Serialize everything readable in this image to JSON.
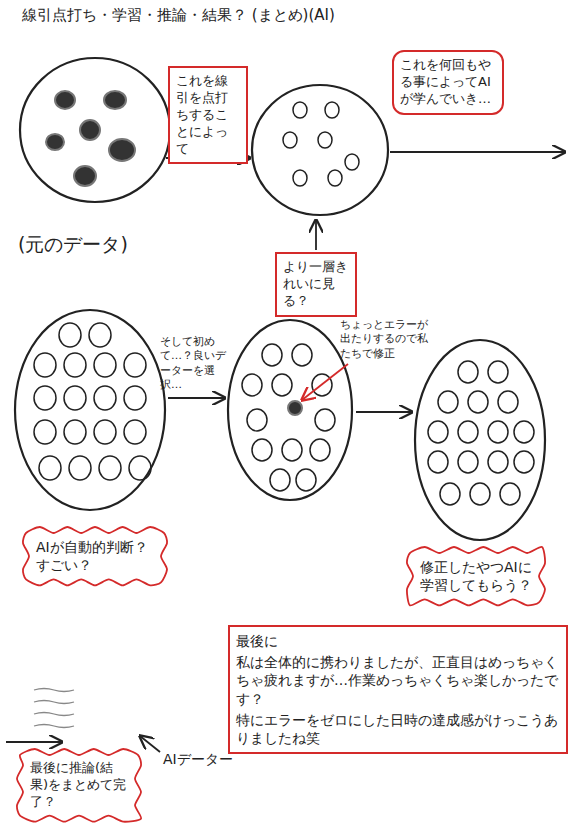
{
  "diagram": {
    "title": "線引点打ち・学習・推論・結果？ (まとめ)(AI)",
    "nodes": [
      {
        "text": [
          "これを線引を点打ちすることによって"
        ]
      },
      {
        "text": [
          "より一層きれいに見る？"
        ]
      },
      {
        "text": [
          "これを何回もやる事によってAIが学んでいき…"
        ]
      },
      {
        "text": [
          "AIが自動的判断？すごい？"
        ]
      },
      {
        "text": [
          "修正したやつAIに学習してもらう？"
        ]
      },
      {
        "text": [
          "最後に",
          "私は全体的に携わりましたが、正直目はめっちゃくちゃ疲れますが…作業めっちゃくちゃ楽しかったです？",
          "特にエラーをゼロにした日時の達成感がけっこうありましたね笑"
        ]
      },
      {
        "text": [
          "最後に推論(結果)をまとめて完了？"
        ]
      }
    ],
    "labels": [
      "(元のデータ)",
      "そして初めて…？良いデーターを選択…",
      "ちょっとエラーが出たりするので私たちで修正",
      "AIデーター"
    ]
  }
}
